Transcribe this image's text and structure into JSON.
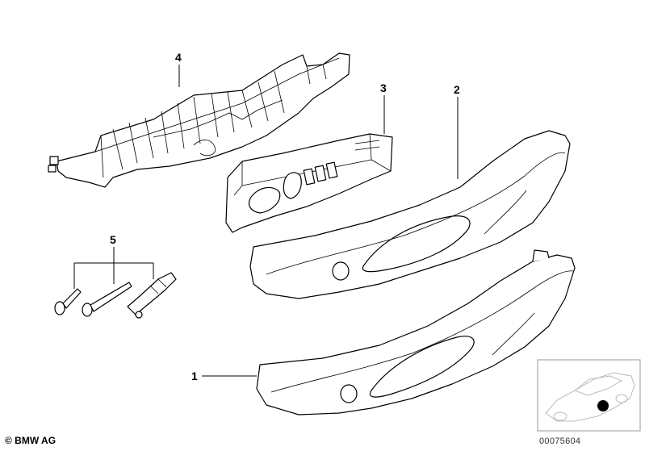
{
  "callouts": [
    {
      "id": "1",
      "label": "1"
    },
    {
      "id": "2",
      "label": "2"
    },
    {
      "id": "3",
      "label": "3"
    },
    {
      "id": "4",
      "label": "4"
    },
    {
      "id": "5",
      "label": "5"
    }
  ],
  "footer": {
    "copyright": "© BMW AG",
    "part_number": "00075604"
  }
}
